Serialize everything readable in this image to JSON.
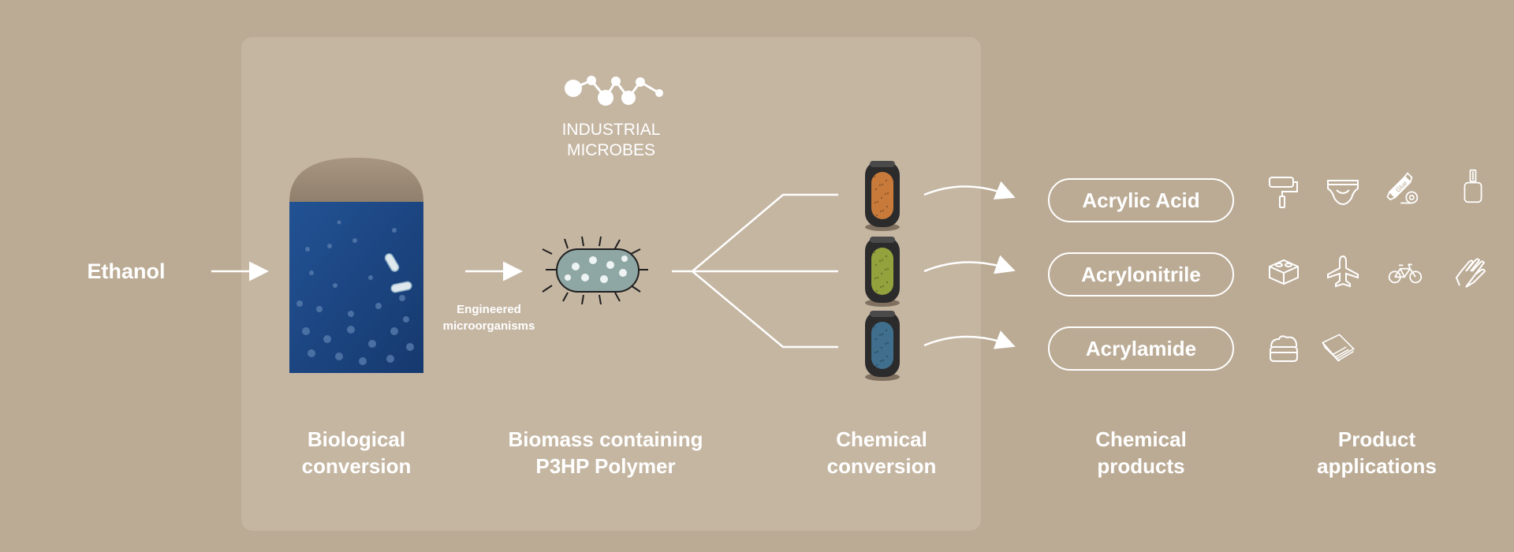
{
  "brand": {
    "name": "INDUSTRIAL MICROBES"
  },
  "input": {
    "label": "Ethanol"
  },
  "microbe_note": {
    "line1": "Engineered",
    "line2": "microorganisms"
  },
  "stages": [
    {
      "line1": "Biological",
      "line2": "conversion"
    },
    {
      "line1": "Biomass containing",
      "line2": "P3HP Polymer"
    },
    {
      "line1": "Chemical",
      "line2": "conversion"
    },
    {
      "line1": "Chemical",
      "line2": "products"
    },
    {
      "line1": "Product",
      "line2": "applications"
    }
  ],
  "products": [
    {
      "label": "Acrylic Acid",
      "reactor_color": "#c87a3a",
      "applications": [
        "paint-roller-icon",
        "diaper-icon",
        "glue-tube-icon",
        "nail-polish-icon"
      ]
    },
    {
      "label": "Acrylonitrile",
      "reactor_color": "#93a23c",
      "applications": [
        "toy-brick-icon",
        "airplane-icon",
        "bicycle-icon",
        "glove-icon"
      ]
    },
    {
      "label": "Acrylamide",
      "reactor_color": "#3f6f8c",
      "applications": [
        "cream-jar-icon",
        "paper-stack-icon"
      ]
    }
  ],
  "glue_text": "Glue",
  "colors": {
    "background": "#bbab95",
    "panel": "#c5b6a2",
    "fermenter": "#1e4a86",
    "fermenter_dome": "#9f8f7a",
    "microbe": "#8fa7a4"
  }
}
